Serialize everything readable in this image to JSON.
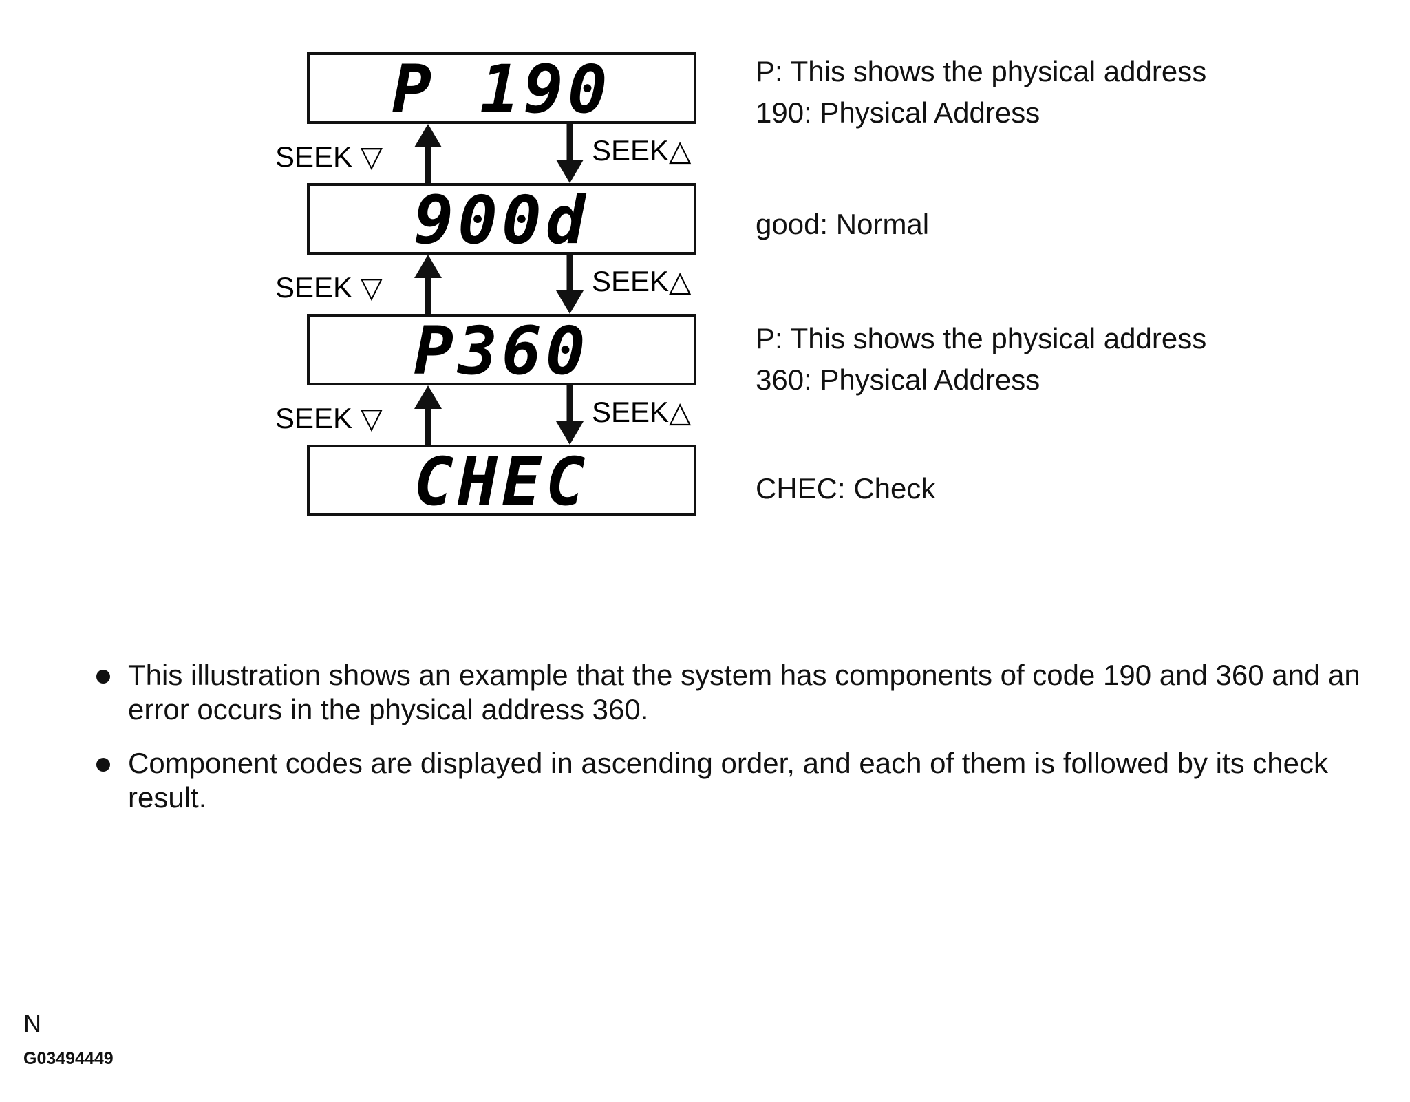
{
  "displays": [
    {
      "code": "P 190"
    },
    {
      "code": "900d"
    },
    {
      "code": "P360"
    },
    {
      "code": "CHEC"
    }
  ],
  "seek_left": [
    "SEEK ▽",
    "SEEK ▽",
    "SEEK ▽"
  ],
  "seek_right": [
    "SEEK△",
    "SEEK△",
    "SEEK△"
  ],
  "descriptions": [
    [
      "P: This shows the physical address",
      "190: Physical Address"
    ],
    [
      "good: Normal"
    ],
    [
      "P: This shows the physical address",
      "360: Physical Address"
    ],
    [
      "CHEC: Check"
    ]
  ],
  "notes": [
    "This illustration shows an example that the system has components of code 190 and 360 and an error occurs in the physical address 360.",
    "Component codes are displayed in ascending order, and each of them is followed by its check result."
  ],
  "footer": {
    "letter": "N",
    "figure_code": "G03494449"
  }
}
